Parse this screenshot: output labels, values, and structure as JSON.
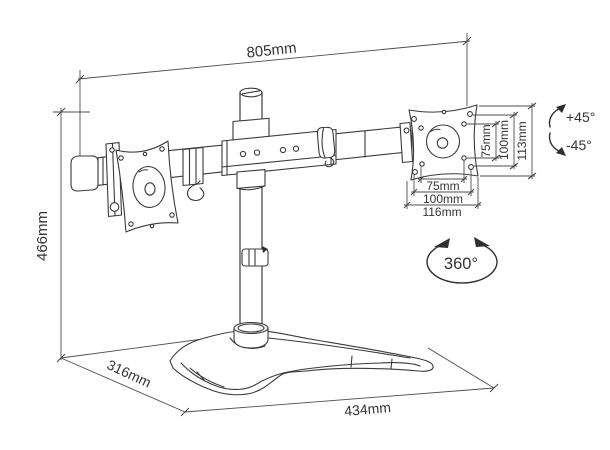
{
  "drawing": {
    "subject": "dual-monitor desk stand dimensional drawing",
    "background": "#ffffff",
    "line_color": "#3a3a3a",
    "text_color": "#333333"
  },
  "dimensions": {
    "arm_width": "805mm",
    "stand_height": "466mm",
    "base_depth": "316mm",
    "base_width": "434mm"
  },
  "vesa": {
    "horizontal": [
      "75mm",
      "100mm",
      "116mm"
    ],
    "vertical": [
      "75mm",
      "100mm",
      "113mm"
    ]
  },
  "motion": {
    "tilt_up": "+45°",
    "tilt_down": "-45°",
    "swivel": "360°"
  },
  "icons": {
    "tilt_range": "curved-double-arrow",
    "swivel_range": "rotation-ellipse-arrows"
  }
}
